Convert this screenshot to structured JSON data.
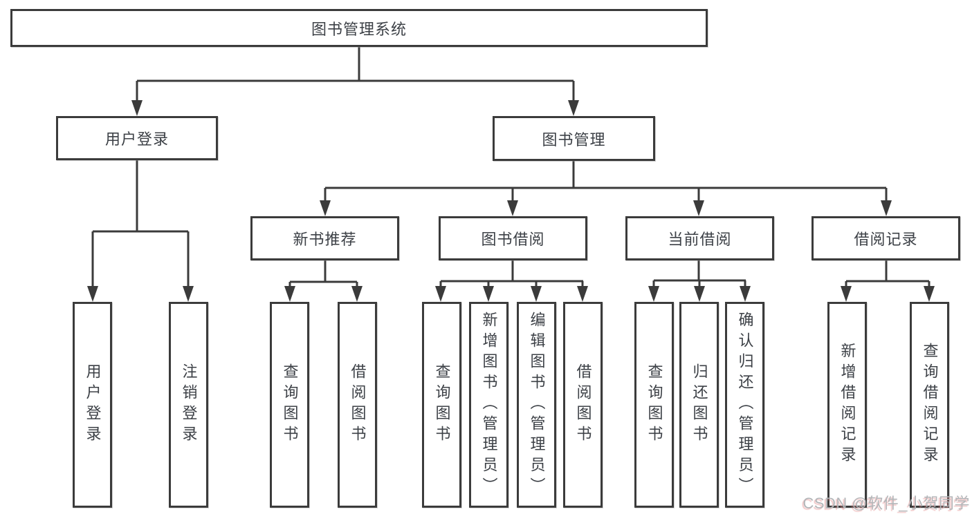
{
  "colors": {
    "line": "#3b3b3b",
    "box_border": "#3b3b3b",
    "box_background": "#ffffff",
    "text": "#3c4046",
    "watermark_text": "#b3b6b9"
  },
  "tree": {
    "label": "图书管理系统",
    "children": [
      {
        "label": "用户登录",
        "children": [
          {
            "label": "用户登录"
          },
          {
            "label": "注销登录"
          }
        ]
      },
      {
        "label": "图书管理",
        "children": [
          {
            "label": "新书推荐",
            "children": [
              {
                "label": "查询图书"
              },
              {
                "label": "借阅图书"
              }
            ]
          },
          {
            "label": "图书借阅",
            "children": [
              {
                "label": "查询图书"
              },
              {
                "label": "新增图书（管理员）"
              },
              {
                "label": "编辑图书（管理员）"
              },
              {
                "label": "借阅图书"
              }
            ]
          },
          {
            "label": "当前借阅",
            "children": [
              {
                "label": "查询图书"
              },
              {
                "label": "归还图书"
              },
              {
                "label": "确认归还（管理员）"
              }
            ]
          },
          {
            "label": "借阅记录",
            "children": [
              {
                "label": "新增借阅记录"
              },
              {
                "label": "查询借阅记录"
              }
            ]
          }
        ]
      }
    ]
  },
  "watermark": {
    "text": "CSDN @软件_小贺同学"
  }
}
